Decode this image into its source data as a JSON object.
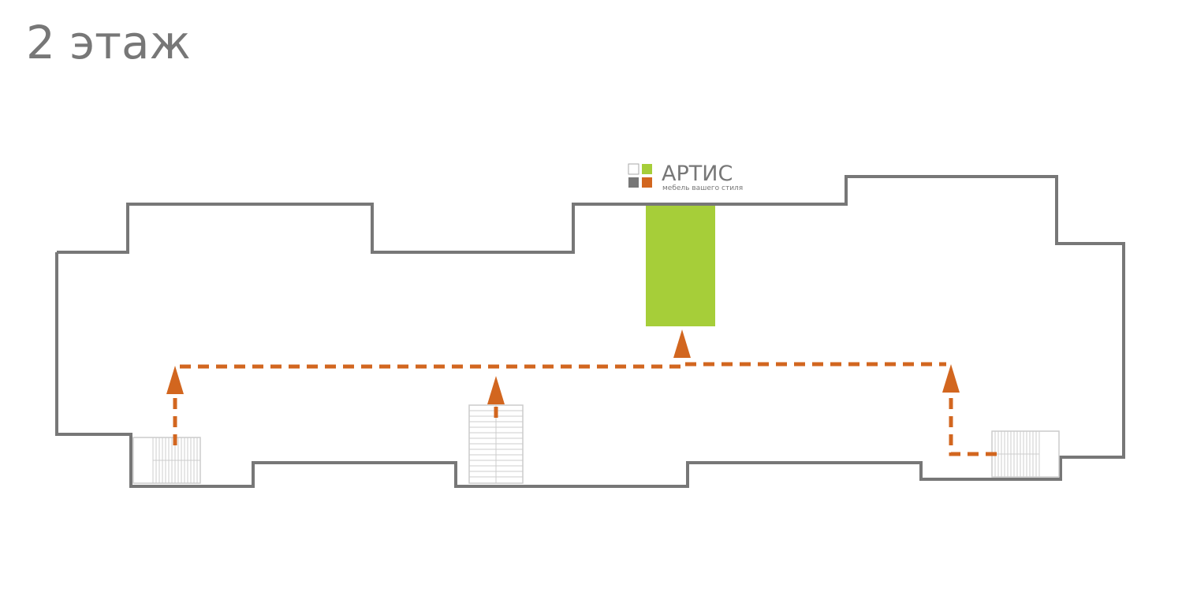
{
  "floor": {
    "title": "2 этаж"
  },
  "store": {
    "name": "АРТИС",
    "slogan": "мебель вашего стиля"
  },
  "colors": {
    "wall": "#777777",
    "store_area": "#a6ce39",
    "route": "#d2661f",
    "logo_tile_outline": "#aaaaaa",
    "logo_tile_grey": "#777777",
    "logo_tile_green": "#a6ce39",
    "logo_tile_orange": "#d2661f",
    "stair_lines": "#cccccc"
  },
  "icons": {
    "logo": "artis-logo-icon",
    "entrances": [
      "stairs-icon",
      "escalator-icon",
      "stairs-icon"
    ],
    "route": "dashed-route-arrow"
  }
}
